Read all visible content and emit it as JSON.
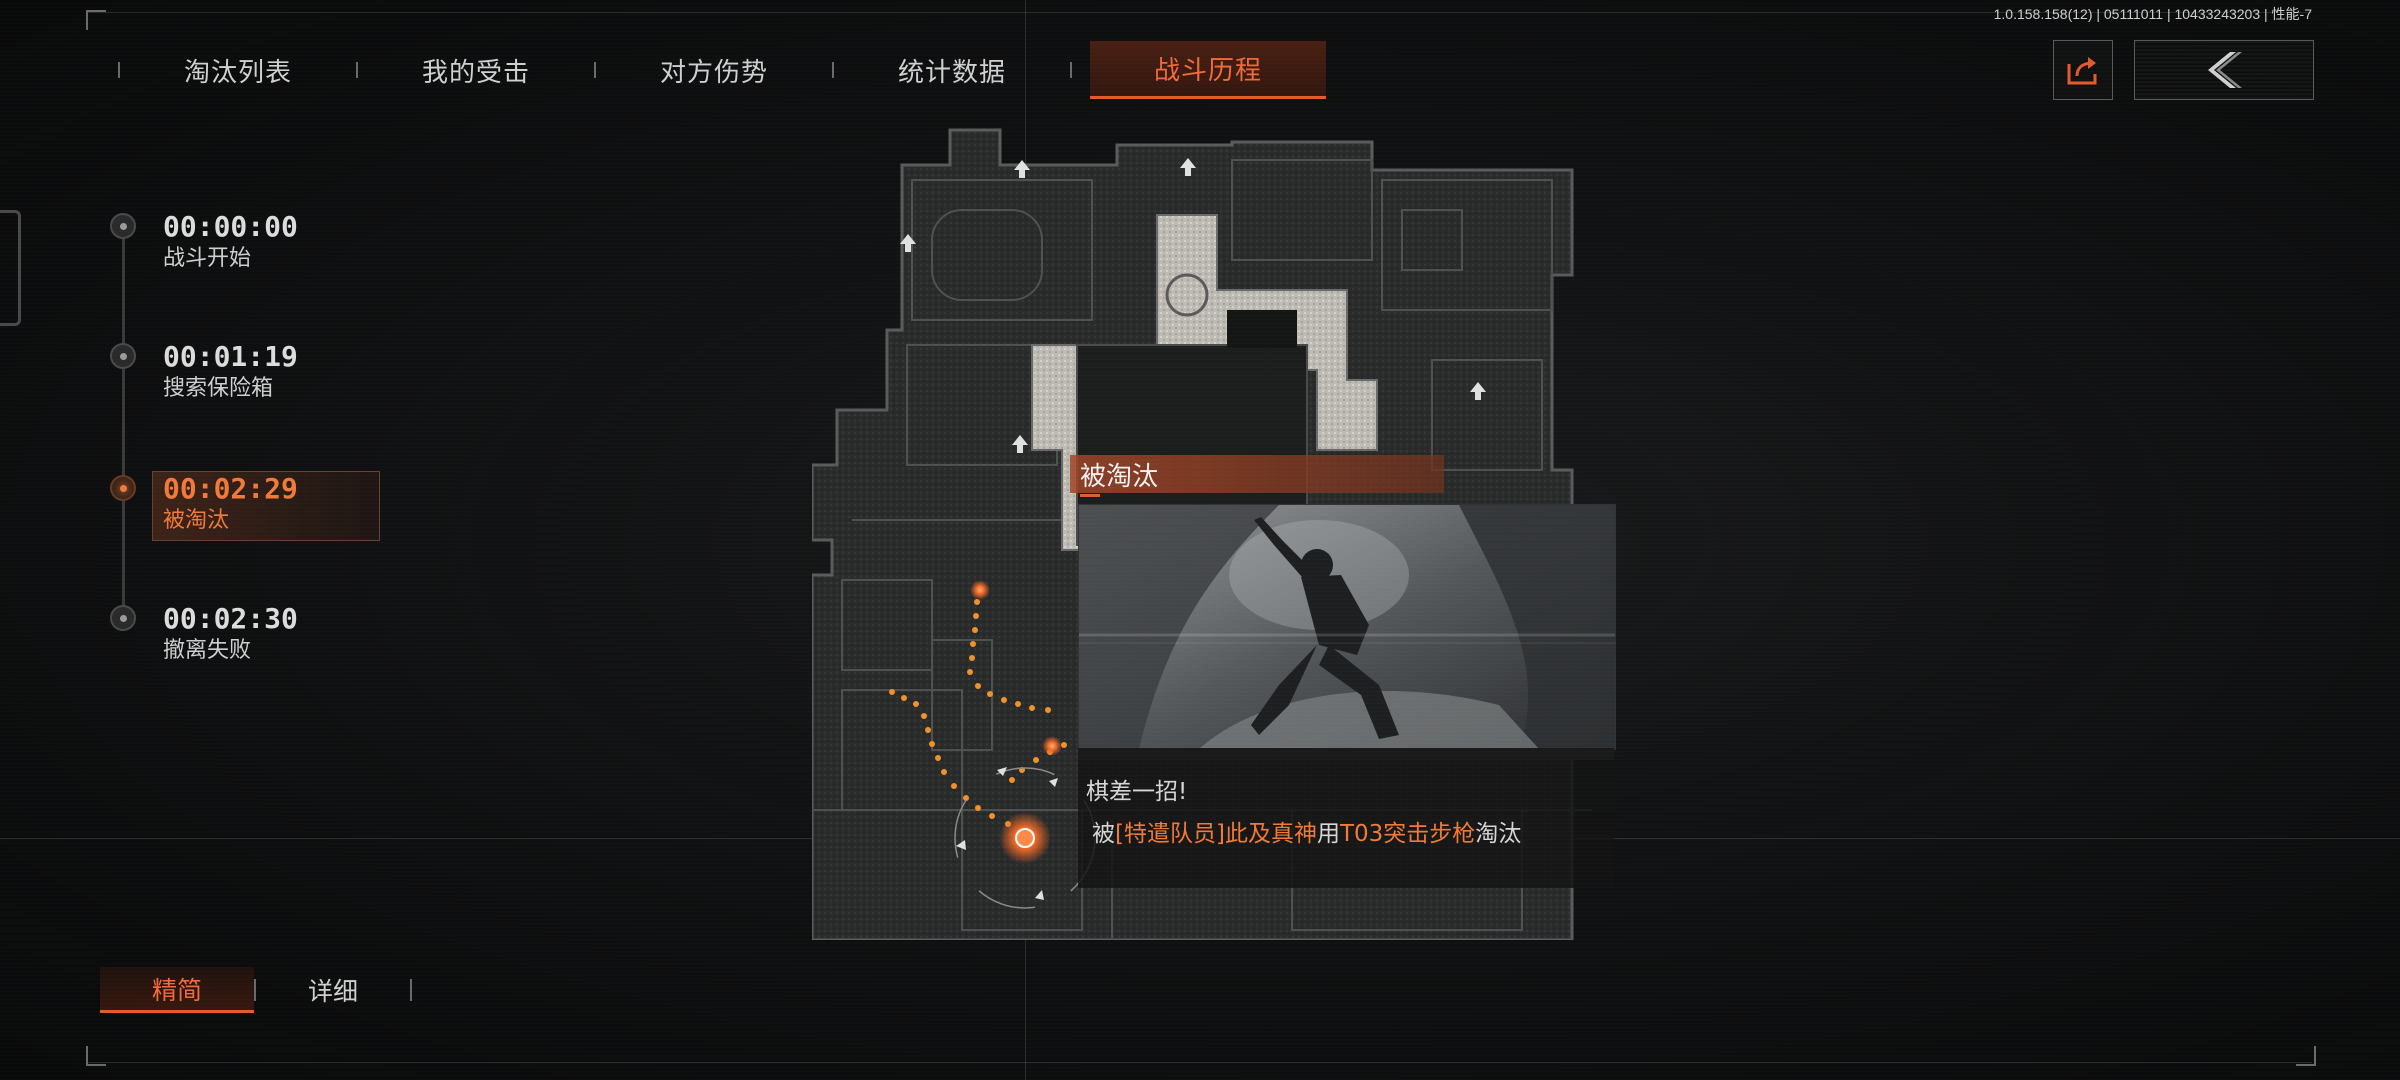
{
  "version_info": "1.0.158.158(12) | 05111011 | 10433243203 | 性能-7",
  "tabs": [
    {
      "label": "淘汰列表",
      "active": false
    },
    {
      "label": "我的受击",
      "active": false
    },
    {
      "label": "对方伤势",
      "active": false
    },
    {
      "label": "统计数据",
      "active": false
    },
    {
      "label": "战斗历程",
      "active": true
    }
  ],
  "accent_color": "#f06a3a",
  "timeline": [
    {
      "time": "00:00:00",
      "label": "战斗开始",
      "active": false
    },
    {
      "time": "00:01:19",
      "label": "搜索保险箱",
      "active": false
    },
    {
      "time": "00:02:29",
      "label": "被淘汰",
      "active": true
    },
    {
      "time": "00:02:30",
      "label": "撤离失败",
      "active": false
    }
  ],
  "popup": {
    "title": "被淘汰",
    "headline": "棋差一招!",
    "detail_prefix": "被",
    "killer": "[特遣队员]此及真神",
    "detail_mid": "用",
    "weapon": "T03突击步枪",
    "detail_suffix": "淘汰"
  },
  "bottom_tabs": [
    {
      "label": "精简",
      "active": true
    },
    {
      "label": "详细",
      "active": false
    }
  ],
  "icons": {
    "share": "share-icon",
    "back": "chevron-left-icon"
  }
}
